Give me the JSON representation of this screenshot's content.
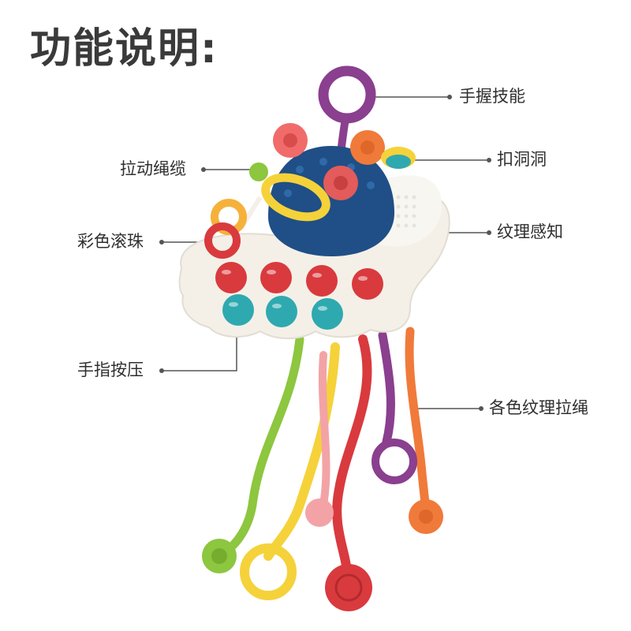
{
  "title": "功能说明:",
  "features": {
    "grip": "手握技能",
    "buckle_holes": "扣洞洞",
    "pull_rope": "拉动绳缆",
    "texture": "纹理感知",
    "beads": "彩色滚珠",
    "finger_press": "手指按压",
    "strings": "各色纹理拉绳"
  },
  "colors": {
    "purple": "#8a3f8f",
    "red": "#d93a3e",
    "teal": "#2fa9b0",
    "navy": "#1f4f86",
    "yellow": "#f5d23a",
    "green": "#8dc63f",
    "orange": "#f07a3a",
    "cream": "#f4f0e8"
  }
}
